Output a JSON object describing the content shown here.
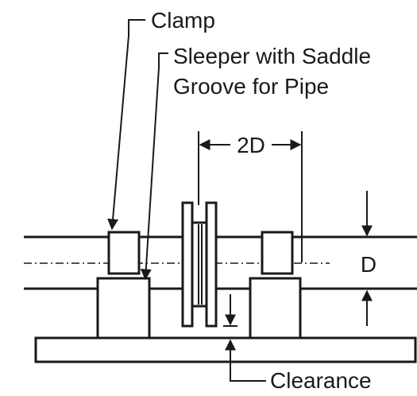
{
  "labels": {
    "clamp": "Clamp",
    "sleeper_line1": "Sleeper with Saddle",
    "sleeper_line2": "Groove for Pipe",
    "spacing": "2D",
    "diameter": "D",
    "clearance": "Clearance"
  },
  "colors": {
    "ink": "#1a1a1a",
    "background": "#ffffff"
  }
}
